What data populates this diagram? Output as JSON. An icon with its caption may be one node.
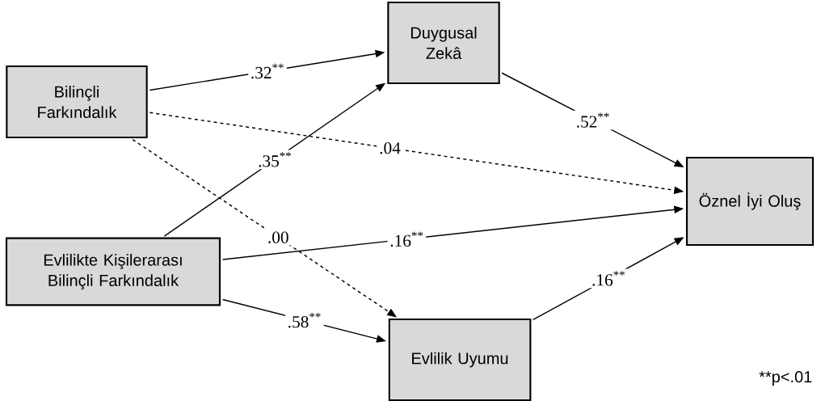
{
  "diagram": {
    "nodes": [
      {
        "text": [
          "Bilinçli Farkındalık"
        ]
      },
      {
        "text": [
          "Duygusal Zekâ"
        ]
      },
      {
        "text": [
          "Öznel İyi Oluş"
        ]
      },
      {
        "text": [
          "Evlilikte Kişilerarası Bilinçli Farkındalık"
        ]
      },
      {
        "text": [
          "Evlilik Uyumu"
        ]
      }
    ],
    "edges": [
      {
        "from": 0,
        "to": 1,
        "arrow": "to",
        "label": ".32$^{**}$"
      },
      {
        "from": 1,
        "to": 2,
        "arrow": "to",
        "label": ".52$^{**}$"
      },
      {
        "from": 0,
        "to": 2,
        "arrow": "to",
        "label": ".04",
        "style": "dashed"
      },
      {
        "from": 3,
        "to": 1,
        "arrow": "to",
        "label": ".35$^{**}$"
      },
      {
        "from": 0,
        "to": 4,
        "arrow": "to",
        "label": ".00",
        "style": "dashed"
      },
      {
        "from": 3,
        "to": 2,
        "arrow": "to",
        "label": ".16$^{**}$"
      },
      {
        "from": 3,
        "to": 4,
        "arrow": "to",
        "label": ".58$^{**}$"
      },
      {
        "from": 4,
        "to": 2,
        "arrow": "to",
        "label": ".16$^{**}$"
      }
    ],
    "labels": [
      "**p<.01"
    ]
  }
}
